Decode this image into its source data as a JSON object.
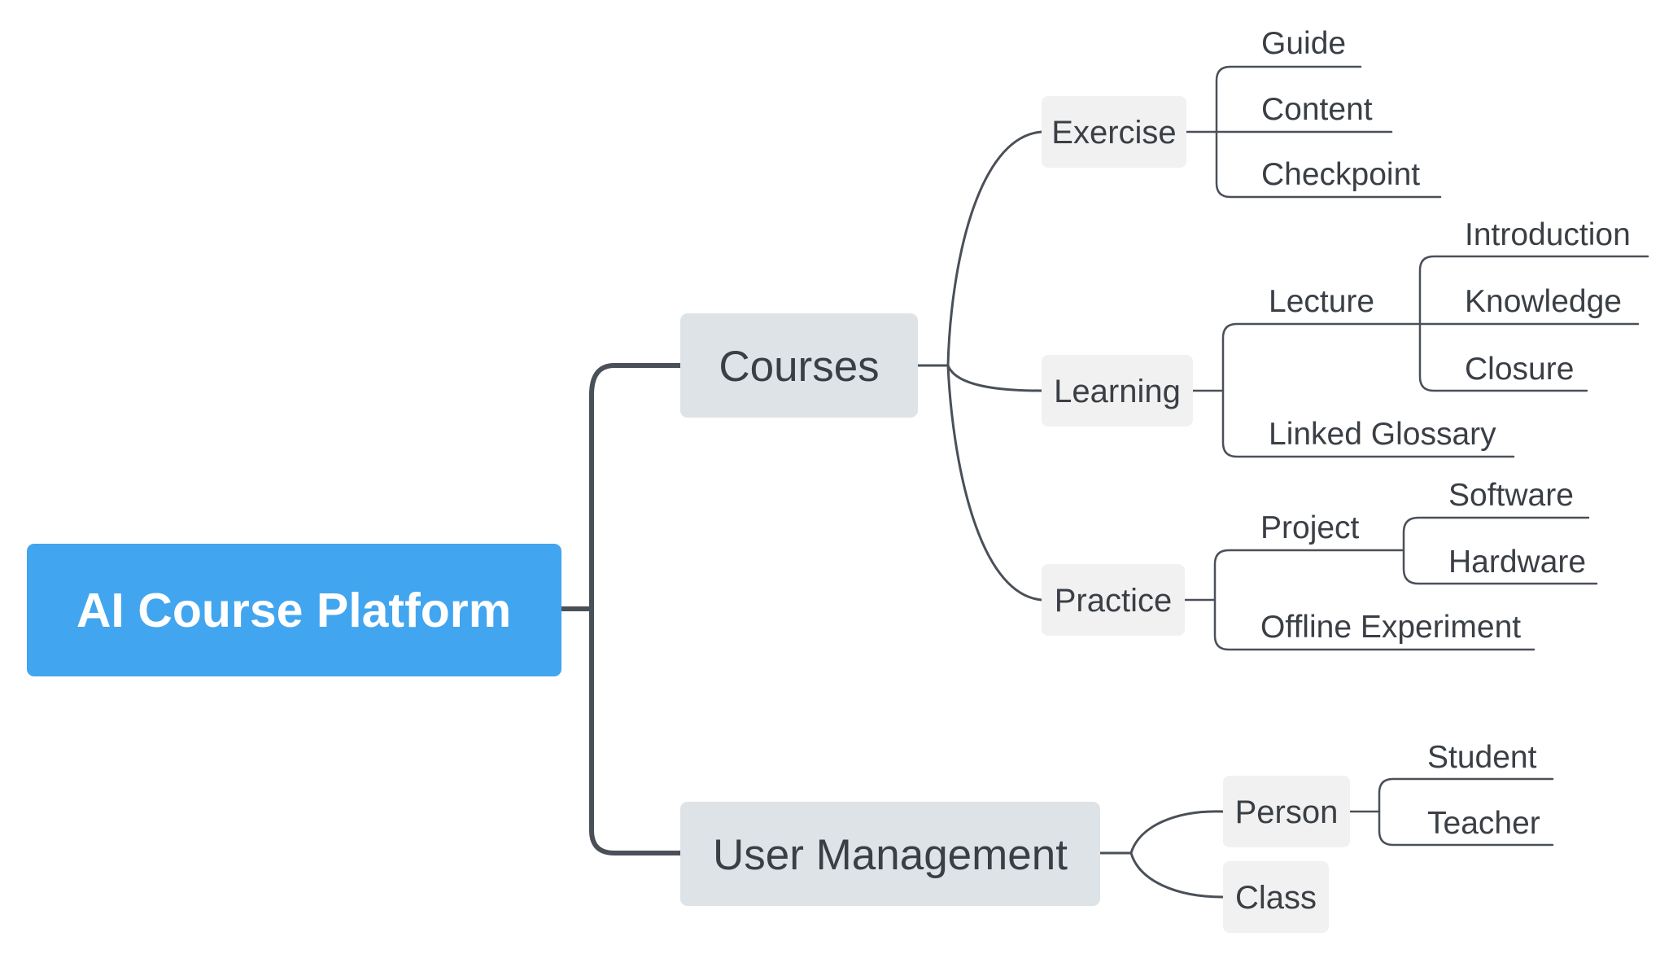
{
  "colors": {
    "root_fill": "#42a5ef",
    "branch_fill": "#dde3e6",
    "sub_fill": "#f1f1f1",
    "line": "#4a5058",
    "text": "#3a3f45",
    "root_text": "#ffffff"
  },
  "mindmap": {
    "root": "AI Course Platform",
    "branches": {
      "courses": {
        "label": "Courses",
        "exercise": {
          "label": "Exercise",
          "items": [
            "Guide",
            "Content",
            "Checkpoint"
          ]
        },
        "learning": {
          "label": "Learning",
          "lecture": {
            "label": "Lecture",
            "items": [
              "Introduction",
              "Knowledge",
              "Closure"
            ]
          },
          "linked_glossary": "Linked Glossary"
        },
        "practice": {
          "label": "Practice",
          "project": {
            "label": "Project",
            "items": [
              "Software",
              "Hardware"
            ]
          },
          "offline_experiment": "Offline Experiment"
        }
      },
      "user_management": {
        "label": "User Management",
        "person": {
          "label": "Person",
          "items": [
            "Student",
            "Teacher"
          ]
        },
        "class": "Class"
      }
    }
  }
}
